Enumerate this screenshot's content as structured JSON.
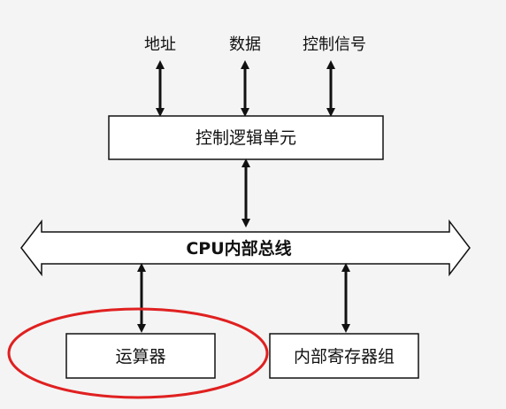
{
  "top_signals": {
    "address": "地址",
    "data": "数据",
    "control_signal": "控制信号"
  },
  "control_logic_unit": "控制逻辑单元",
  "cpu_internal_bus": "CPU内部总线",
  "alu": "运算器",
  "internal_register_group": "内部寄存器组",
  "colors": {
    "background": "#f4f4f4",
    "box_fill": "#ffffff",
    "line": "#111111",
    "highlight_ellipse": "#e02020"
  }
}
